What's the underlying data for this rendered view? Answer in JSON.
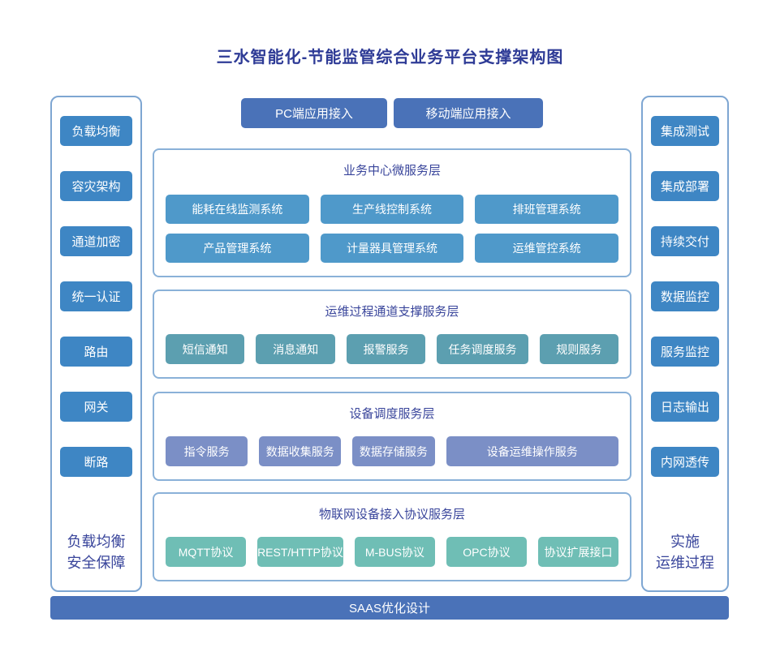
{
  "title": "三水智能化-节能监管综合业务平台支撑架构图",
  "colors": {
    "title-text": "#2e3b96",
    "header-text": "#39459b",
    "sidebar-border": "#7ea6d2",
    "panel-border": "#8ab1d8",
    "sidebar-btn": "#3e86c4",
    "accent-btn": "#4a72b8",
    "layer1-btn": "#4f99ca",
    "layer2-btn": "#5c9fb0",
    "layer3-btn": "#7b8fc6",
    "layer4-btn": "#6fbeb5",
    "btn-text": "#ffffff"
  },
  "top_access": {
    "pc_label": "PC端应用接入",
    "mobile_label": "移动端应用接入"
  },
  "left_sidebar": {
    "items": [
      "负载均衡",
      "容灾架构",
      "通道加密",
      "统一认证",
      "路由",
      "网关",
      "断路"
    ],
    "footer_line1": "负载均衡",
    "footer_line2": "安全保障"
  },
  "right_sidebar": {
    "items": [
      "集成测试",
      "集成部署",
      "持续交付",
      "数据监控",
      "服务监控",
      "日志输出",
      "内网透传"
    ],
    "footer_line1": "实施",
    "footer_line2": "运维过程"
  },
  "layers": [
    {
      "title": "业务中心微服务层",
      "items": [
        "能耗在线监测系统",
        "生产线控制系统",
        "排班管理系统",
        "产品管理系统",
        "计量器具管理系统",
        "运维管控系统"
      ]
    },
    {
      "title": "运维过程通道支撑服务层",
      "items": [
        "短信通知",
        "消息通知",
        "报警服务",
        "任务调度服务",
        "规则服务"
      ]
    },
    {
      "title": "设备调度服务层",
      "items": [
        "指令服务",
        "数据收集服务",
        "数据存储服务",
        "设备运维操作服务"
      ]
    },
    {
      "title": "物联网设备接入协议服务层",
      "items": [
        "MQTT协议",
        "REST/HTTP协议",
        "M-BUS协议",
        "OPC协议",
        "协议扩展接口"
      ]
    }
  ],
  "footer_bar": {
    "label": "SAAS优化设计"
  }
}
